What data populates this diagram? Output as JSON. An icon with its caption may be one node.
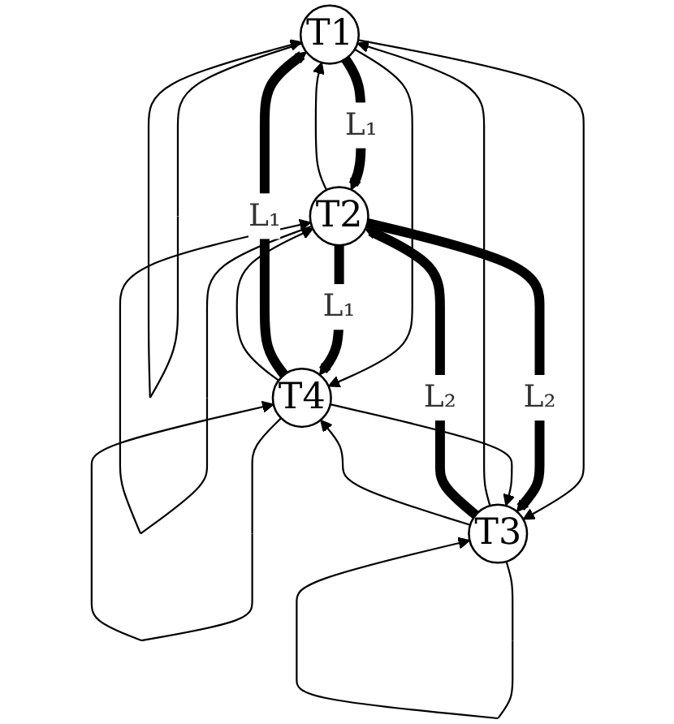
{
  "diagram": {
    "nodes": [
      {
        "text": [
          "T1"
        ]
      },
      {
        "text": [
          "T2"
        ]
      },
      {
        "text": [
          "T4"
        ]
      },
      {
        "text": [
          "T3"
        ]
      }
    ],
    "edges": [
      {
        "from": 0,
        "to": 0,
        "arrow": "to"
      },
      {
        "from": 1,
        "to": 1,
        "arrow": "to"
      },
      {
        "from": 0,
        "to": 1,
        "arrow": "to",
        "style": "thick",
        "label": "L₁"
      },
      {
        "from": 1,
        "to": 0,
        "arrow": "to"
      },
      {
        "from": 0,
        "to": 2,
        "arrow": "to"
      },
      {
        "from": 2,
        "to": 0,
        "arrow": "to",
        "style": "thick",
        "label": "L₁"
      },
      {
        "from": 1,
        "to": 2,
        "arrow": "to",
        "style": "thick",
        "label": "L₁"
      },
      {
        "from": 2,
        "to": 1,
        "arrow": "to"
      },
      {
        "from": 0,
        "to": 3,
        "arrow": "to"
      },
      {
        "from": 3,
        "to": 0,
        "arrow": "to"
      },
      {
        "from": 1,
        "to": 3,
        "arrow": "to",
        "style": "thick",
        "label": "L₂"
      },
      {
        "from": 3,
        "to": 1,
        "arrow": "to",
        "style": "thick",
        "label": "L₂"
      },
      {
        "from": 2,
        "to": 3,
        "arrow": "to"
      },
      {
        "from": 3,
        "to": 2,
        "arrow": "to"
      },
      {
        "from": 2,
        "to": 2,
        "arrow": "to"
      },
      {
        "from": 3,
        "to": 3,
        "arrow": "to"
      }
    ]
  }
}
